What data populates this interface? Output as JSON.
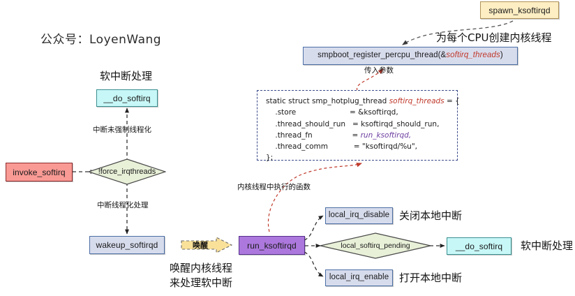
{
  "watermark": "公众号：LoyenWang",
  "nodes": {
    "do_softirq_top": "__do_softirq",
    "invoke_softirq": "invoke_softirq",
    "force_irqthreads": "!force_irqthreads",
    "wakeup_softirqd": "wakeup_softirqd",
    "run_ksoftirqd": "run_ksoftirqd",
    "local_irq_disable": "local_irq_disable",
    "local_irq_enable": "local_irq_enable",
    "local_softirq_pending": "local_softirq_pending",
    "do_softirq_bottom": "__do_softirq",
    "spawn_ksoftirqd": "spawn_ksoftirqd",
    "smpboot_register": {
      "prefix": "smpboot_register_percpu_thread(&",
      "arg": "softirq_threads",
      "suffix": ")"
    }
  },
  "labels": {
    "softirq_handling_top": "软中断处理",
    "not_forced_threaded": "中断未强制线程化",
    "threaded_handling": "中断线程化处理",
    "wakeup_arrow": "唤醒",
    "wakeup_desc_line1": "唤醒内核线程",
    "wakeup_desc_line2": "来处理软中断",
    "create_kthread_per_cpu": "为每个CPU创建内核线程",
    "pass_param": "传入参数",
    "kthread_exec_fn": "内核线程中执行的函数",
    "disable_local_irq": "关闭本地中断",
    "enable_local_irq": "打开本地中断",
    "softirq_handling_bottom": "软中断处理"
  },
  "code_block": {
    "lines": [
      {
        "text": "static struct smp_hotplug_thread ",
        "em": "softirq_threads",
        "em_style": "red",
        "tail": " = {"
      },
      {
        "text": "    .store                       = &ksoftirqd,",
        "em": "",
        "em_style": "",
        "tail": ""
      },
      {
        "text": "    .thread_should_run   = ksoftirqd_should_run,",
        "em": "",
        "em_style": "",
        "tail": ""
      },
      {
        "text": "    .thread_fn                 = ",
        "em": "run_ksoftirqd,",
        "em_style": "purple",
        "tail": ""
      },
      {
        "text": "    .thread_comm           = \"ksoftirqd/%u\",",
        "em": "",
        "em_style": "",
        "tail": ""
      },
      {
        "text": "};",
        "em": "",
        "em_style": "",
        "tail": ""
      }
    ]
  },
  "colors": {
    "box_blue_fill": "#d7dced",
    "box_blue_border": "#4c6fa5",
    "box_cyan_fill": "#c8f7f7",
    "box_cyan_border": "#3a8f90",
    "box_red_fill": "#f99a95",
    "box_red_border": "#8c2b2b",
    "box_purple_fill": "#ac78dd",
    "box_purple_border": "#55308a",
    "box_yellow_fill": "#fdeec3",
    "box_yellow_border": "#b09258",
    "diamond_fill": "#e8f0d8",
    "diamond_border": "#4a4a4a",
    "edge_black": "#333333",
    "edge_red": "#d1404a",
    "code_border": "#3b4a8a"
  }
}
